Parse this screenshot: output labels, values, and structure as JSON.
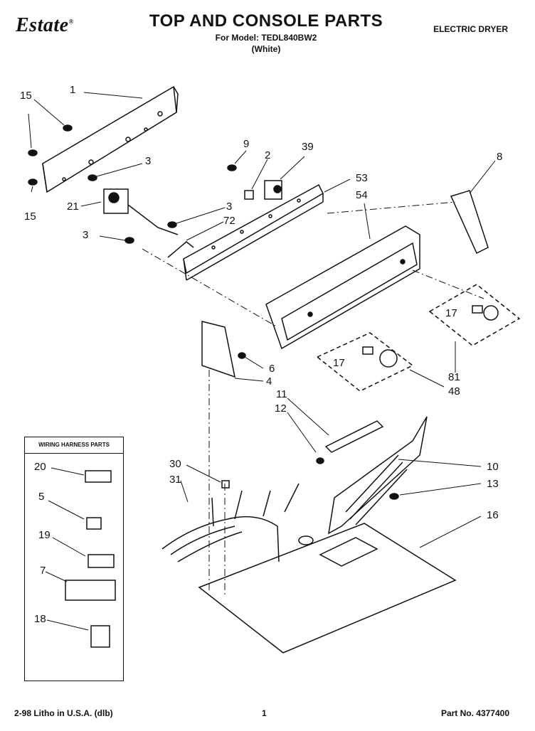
{
  "header": {
    "brand": "Estate",
    "title": "TOP AND CONSOLE PARTS",
    "model_line": "For Model: TEDL840BW2",
    "color": "(White)",
    "product_type": "ELECTRIC DRYER"
  },
  "inset": {
    "title": "WIRING HARNESS PARTS"
  },
  "footer": {
    "print_info": "2-98 Litho in U.S.A. (dlb)",
    "page_number": "1",
    "part_number": "Part No. 4377400"
  },
  "callouts": {
    "c1": "1",
    "c15a": "15",
    "c15b": "15",
    "c3a": "3",
    "c3b": "3",
    "c3c": "3",
    "c21": "21",
    "c9": "9",
    "c2": "2",
    "c39": "39",
    "c53": "53",
    "c54": "54",
    "c72": "72",
    "c8": "8",
    "c17a": "17",
    "c17b": "17",
    "c81": "81",
    "c48": "48",
    "c6": "6",
    "c4": "4",
    "c11": "11",
    "c12": "12",
    "c10": "10",
    "c13": "13",
    "c16": "16",
    "c30": "30",
    "c31": "31",
    "c20": "20",
    "c5": "5",
    "c19": "19",
    "c7": "7",
    "c18": "18"
  }
}
